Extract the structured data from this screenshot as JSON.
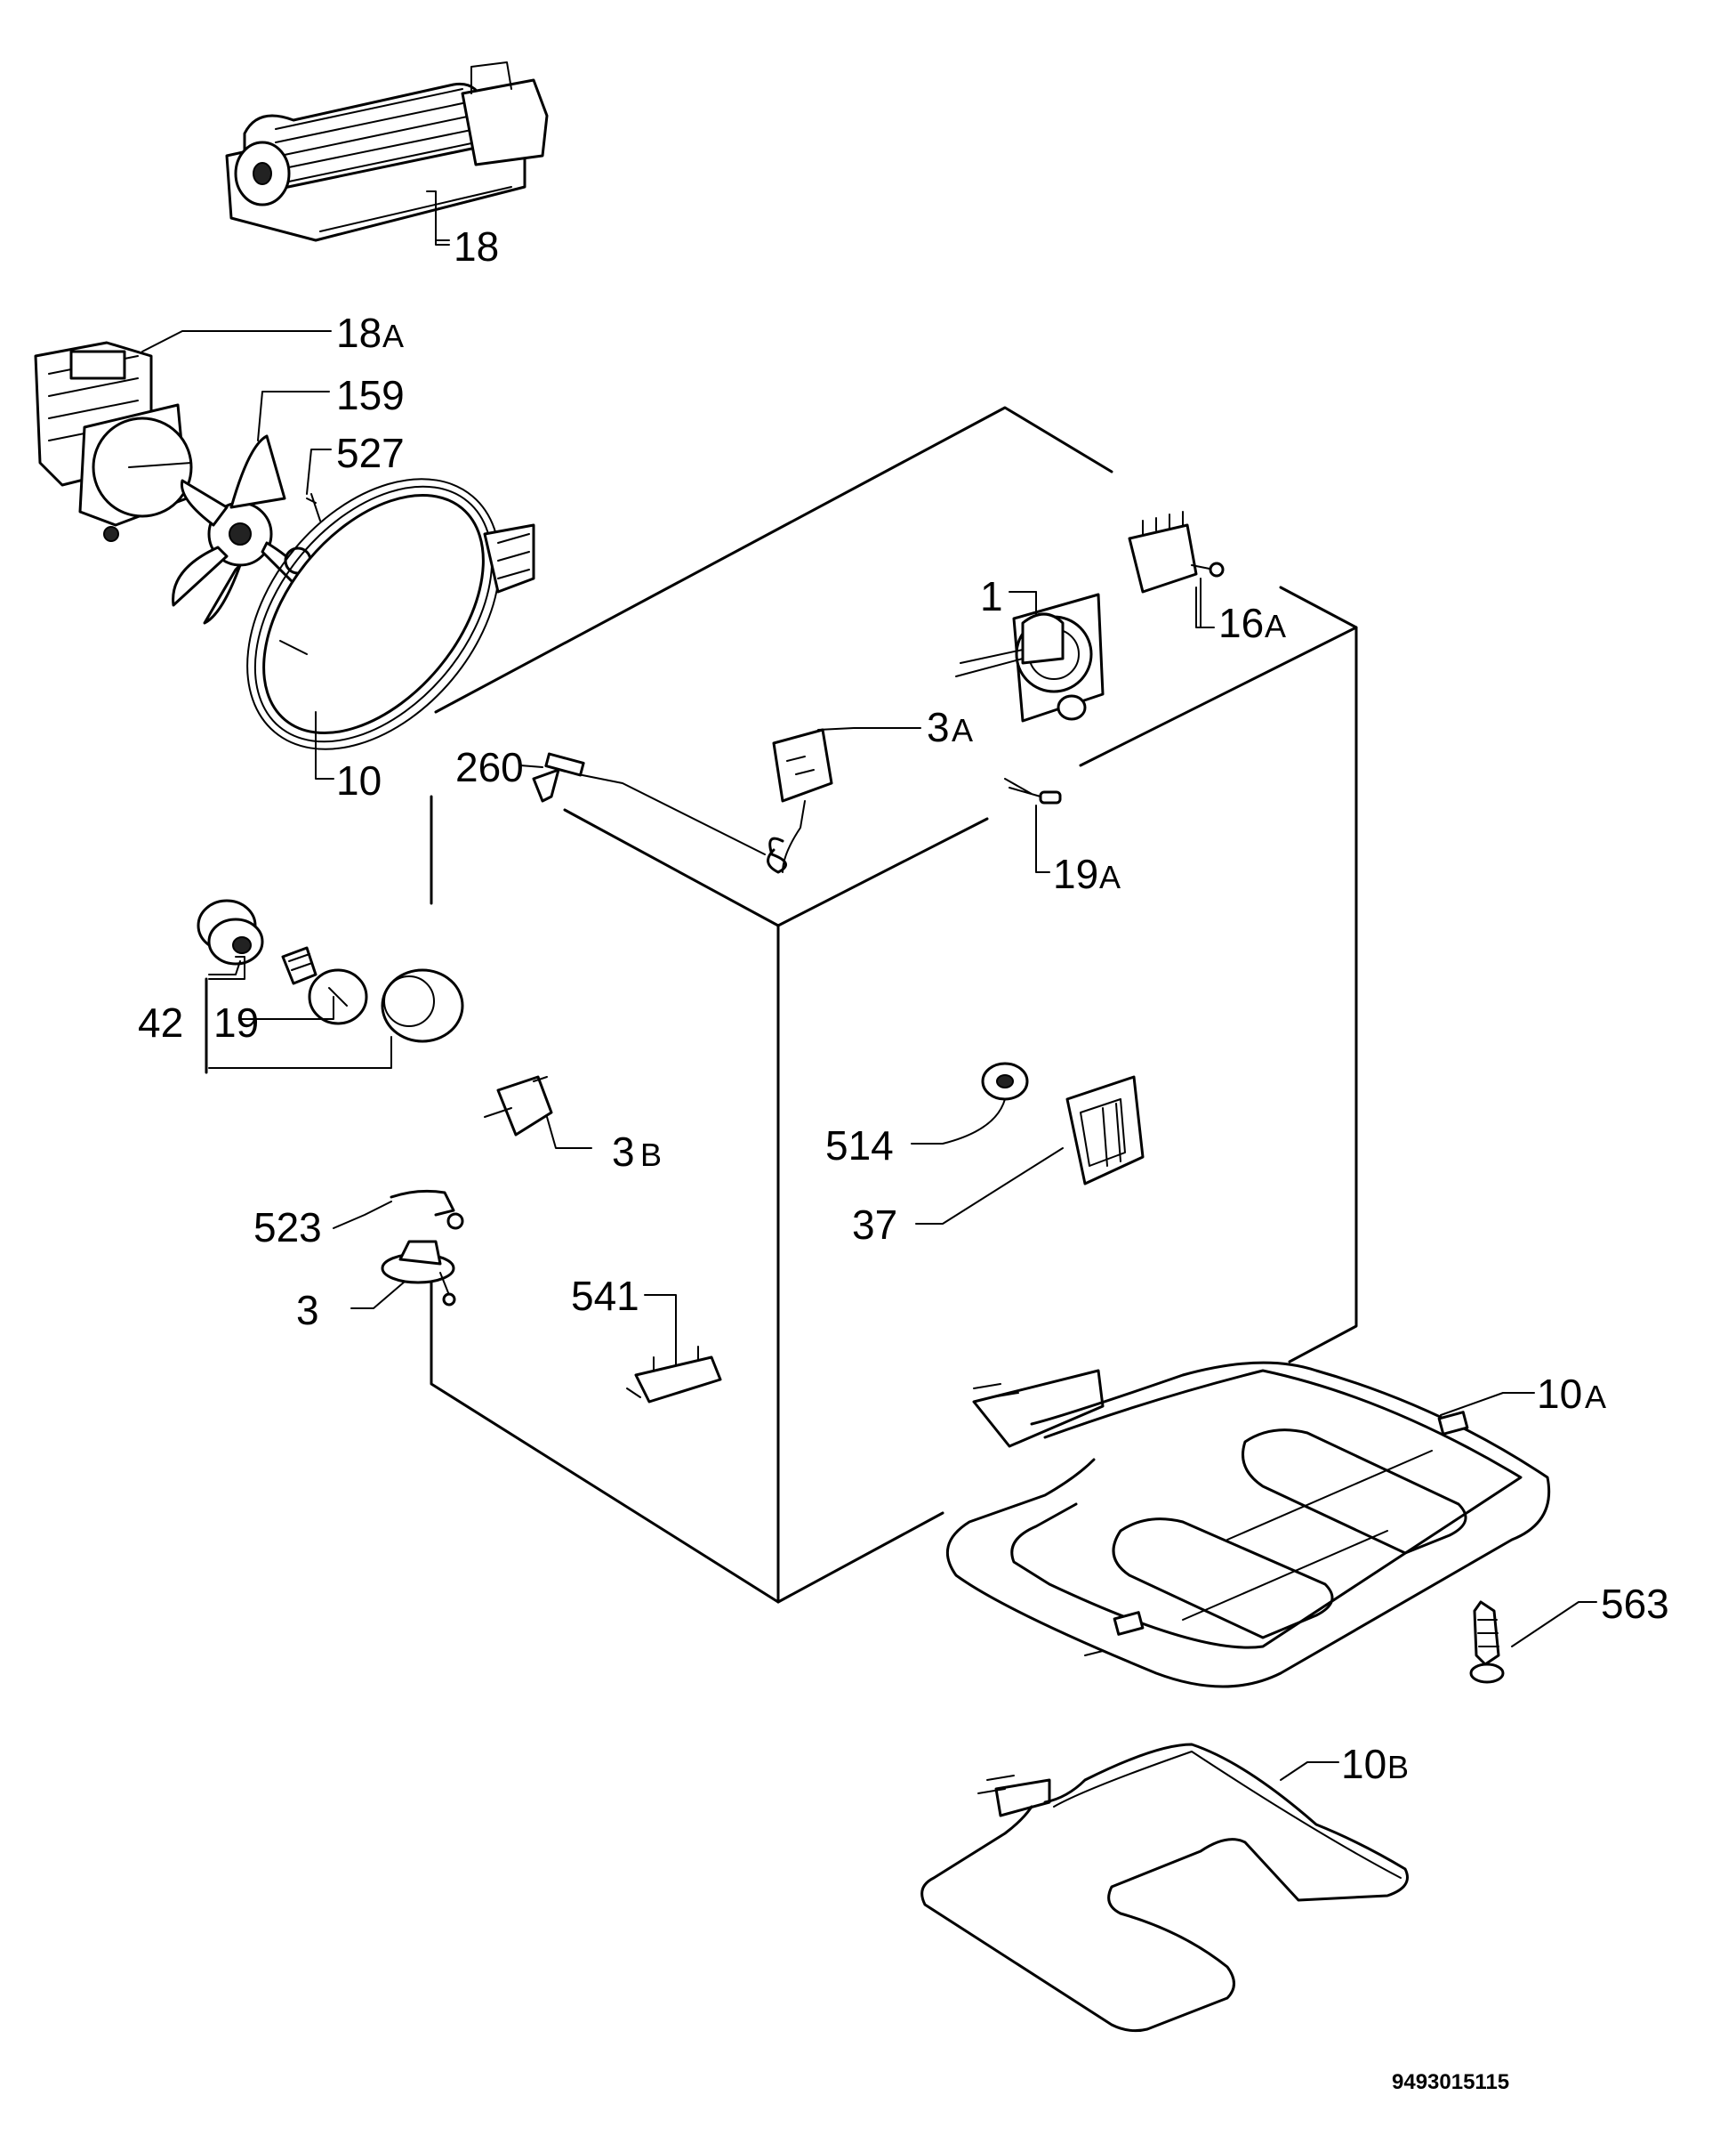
{
  "labels": {
    "p18": "18",
    "p18a_num": "18",
    "p18a_suf": "A",
    "p159": "159",
    "p527": "527",
    "p1": "1",
    "p16a_num": "16",
    "p16a_suf": "A",
    "p10": "10",
    "p260": "260",
    "p3a_num": "3",
    "p3a_suf": "A",
    "p19a_num": "19",
    "p19a_suf": "A",
    "p42": "42",
    "p19": "19",
    "p3b_num": "3",
    "p3b_suf": "B",
    "p514": "514",
    "p37": "37",
    "p523": "523",
    "p3": "3",
    "p541": "541",
    "p10a_num": "10",
    "p10a_suf": "A",
    "p563": "563",
    "p10b_num": "10",
    "p10b_suf": "B"
  },
  "document_number": "9493015115"
}
